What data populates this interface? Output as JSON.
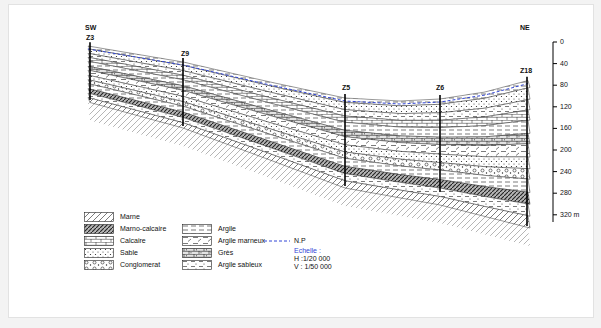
{
  "diagram": {
    "labels": [
      "SW",
      "NE",
      "Z3",
      "Z9",
      "Z5",
      "Z6",
      "Z18",
      "0",
      "40",
      "80",
      "120",
      "160",
      "200",
      "240",
      "280",
      "320 m",
      "Echelle :",
      "H :1/20 000",
      "V : 1/50 000"
    ],
    "legend": [
      {
        "text": "Marne"
      },
      {
        "text": "Marno-calcaire"
      },
      {
        "text": "Calcaire"
      },
      {
        "text": "Sable"
      },
      {
        "text": "Conglomerat"
      },
      {
        "text": "Argile"
      },
      {
        "text": "Argile marneux"
      },
      {
        "text": "Grès"
      },
      {
        "text": "Argile sableux"
      },
      {
        "text": "N.P"
      }
    ]
  }
}
